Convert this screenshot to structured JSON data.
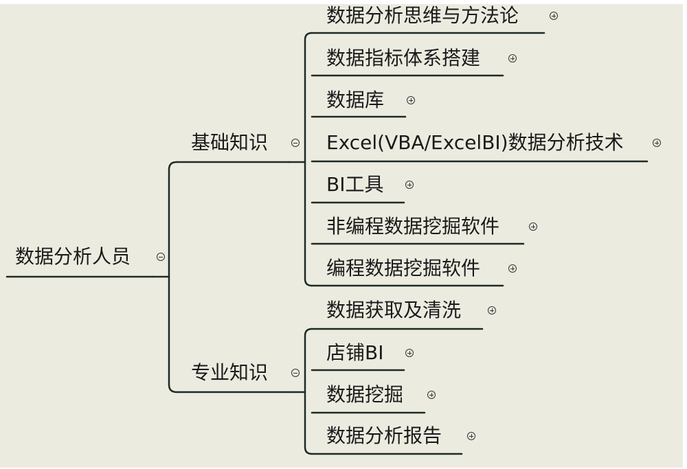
{
  "mindmap": {
    "root": {
      "label": "数据分析人员",
      "state": "expanded"
    },
    "branches": [
      {
        "label": "基础知识",
        "state": "expanded",
        "children": [
          {
            "label": "数据分析思维与方法论",
            "state": "collapsed"
          },
          {
            "label": "数据指标体系搭建",
            "state": "collapsed"
          },
          {
            "label": "数据库",
            "state": "collapsed"
          },
          {
            "label": "Excel(VBA/ExcelBI)数据分析技术",
            "state": "collapsed"
          },
          {
            "label": "BI工具",
            "state": "collapsed"
          },
          {
            "label": "非编程数据挖掘软件",
            "state": "collapsed"
          },
          {
            "label": "编程数据挖掘软件",
            "state": "collapsed"
          }
        ]
      },
      {
        "label": "专业知识",
        "state": "expanded",
        "children": [
          {
            "label": "数据获取及清洗",
            "state": "collapsed"
          },
          {
            "label": "店铺BI",
            "state": "collapsed"
          },
          {
            "label": "数据挖掘",
            "state": "collapsed"
          },
          {
            "label": "数据分析报告",
            "state": "collapsed"
          }
        ]
      }
    ],
    "colors": {
      "background": "#ecebe0",
      "line": "#1c2b24",
      "text": "#1a1a1a"
    }
  }
}
